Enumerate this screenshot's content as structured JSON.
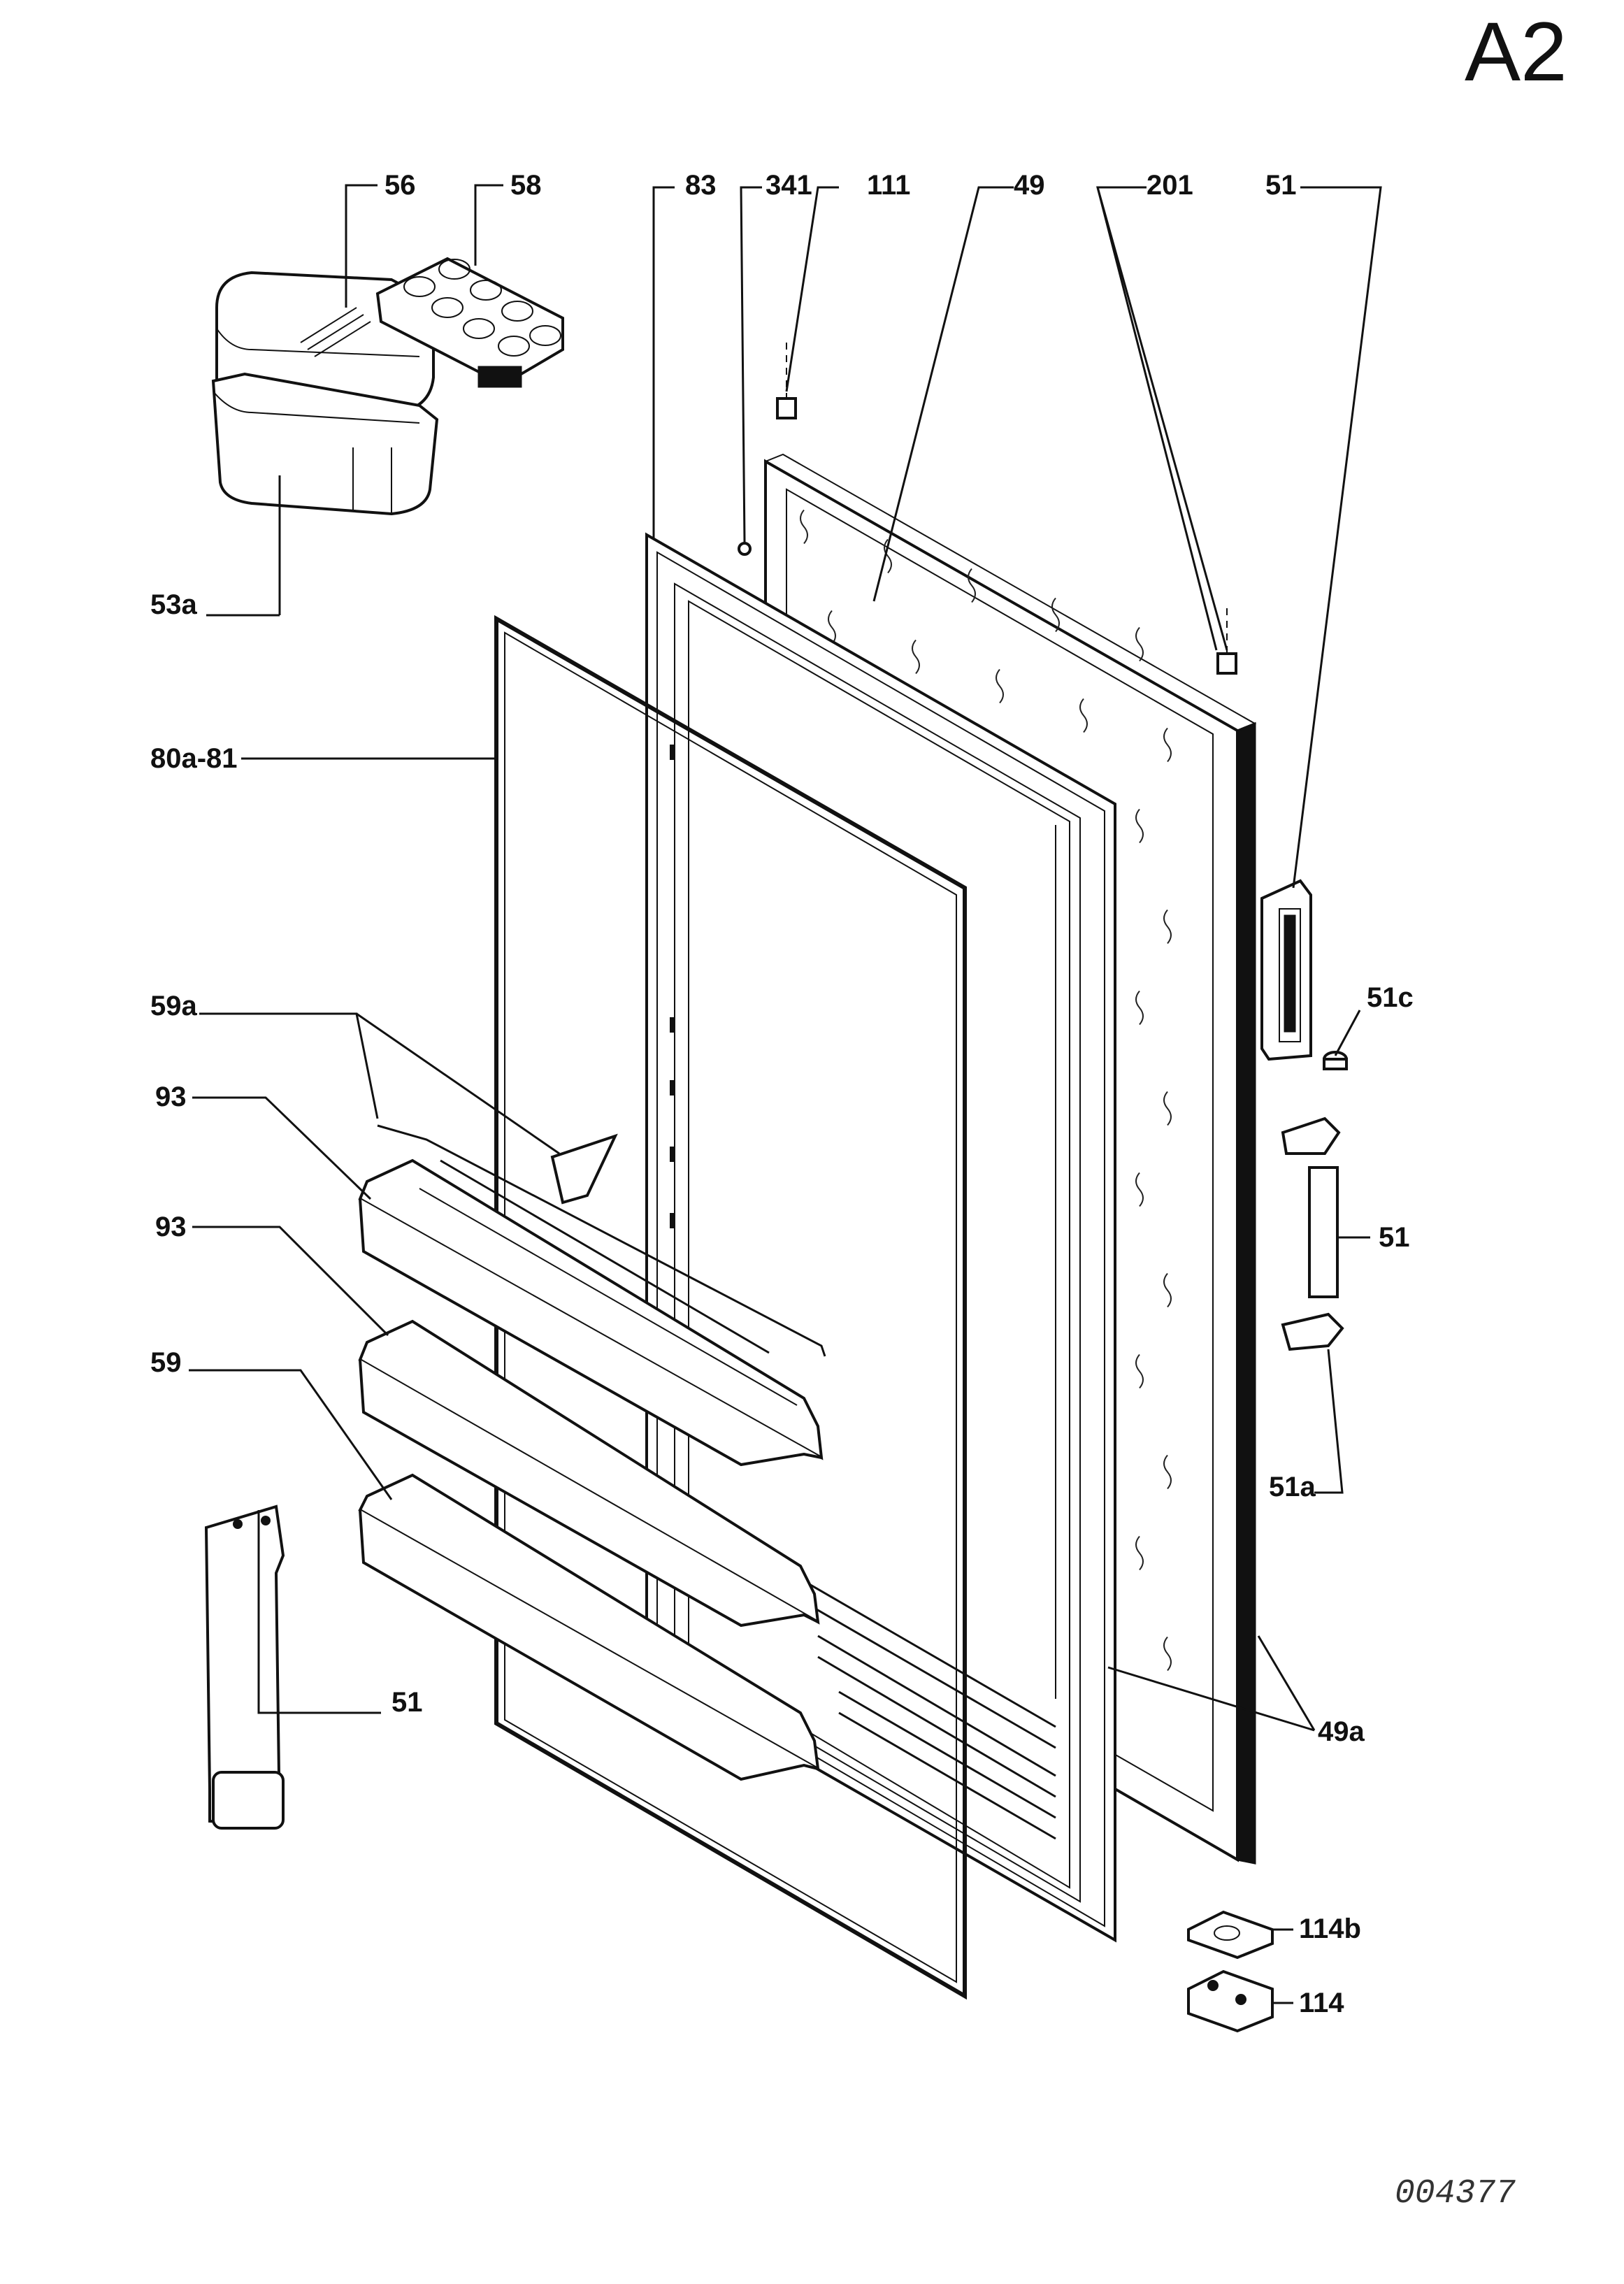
{
  "sheet_id": "A2",
  "document_number": "004377",
  "callouts": [
    {
      "key": "56",
      "text": "56"
    },
    {
      "key": "58",
      "text": "58"
    },
    {
      "key": "83",
      "text": "83"
    },
    {
      "key": "341",
      "text": "341"
    },
    {
      "key": "111",
      "text": "111"
    },
    {
      "key": "49",
      "text": "49"
    },
    {
      "key": "201",
      "text": "201"
    },
    {
      "key": "51_top",
      "text": "51"
    },
    {
      "key": "53a",
      "text": "53a"
    },
    {
      "key": "80a_81",
      "text": "80a-81"
    },
    {
      "key": "59a",
      "text": "59a"
    },
    {
      "key": "51c",
      "text": "51c"
    },
    {
      "key": "93_upper",
      "text": "93"
    },
    {
      "key": "93_lower",
      "text": "93"
    },
    {
      "key": "51_hinge",
      "text": "51"
    },
    {
      "key": "59",
      "text": "59"
    },
    {
      "key": "51a",
      "text": "51a"
    },
    {
      "key": "49a",
      "text": "49a"
    },
    {
      "key": "51_bottom",
      "text": "51"
    },
    {
      "key": "114b",
      "text": "114b"
    },
    {
      "key": "114",
      "text": "114"
    }
  ]
}
